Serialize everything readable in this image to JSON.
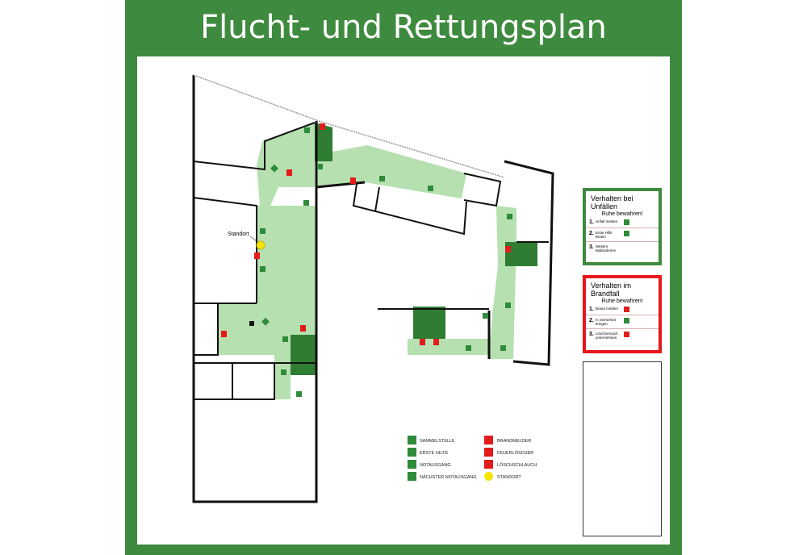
{
  "title": "Flucht- und Rettungsplan",
  "plan": {
    "location_label": "Standort"
  },
  "legend": {
    "left": [
      {
        "icon": "assembly-point-icon",
        "label": "SAMMELSTELLE",
        "color": "#2e8b3a"
      },
      {
        "icon": "first-aid-icon",
        "label": "ERSTE HILFE",
        "color": "#2e8b3a"
      },
      {
        "icon": "emergency-exit-icon",
        "label": "NOTAUSGANG",
        "color": "#2e8b3a"
      },
      {
        "icon": "arrow-right-icon",
        "label": "NÄCHSTER NOTAUSGANG",
        "color": "#2e8b3a"
      }
    ],
    "right": [
      {
        "icon": "fire-alarm-icon",
        "label": "BRANDMELDER",
        "color": "#e21b1b"
      },
      {
        "icon": "fire-extinguisher-icon",
        "label": "FEUERLÖSCHER",
        "color": "#e21b1b"
      },
      {
        "icon": "fire-hose-icon",
        "label": "LÖSCHSCHLAUCH",
        "color": "#e21b1b"
      },
      {
        "icon": "location-marker-icon",
        "label": "STANDORT",
        "color": "#f5e400"
      }
    ]
  },
  "accident_box": {
    "title": "Verhalten bei Unfällen",
    "subtitle": "Ruhe bewahren!",
    "color": "#3e8a3e",
    "steps": [
      {
        "num": "1.",
        "label": "Unfall melden"
      },
      {
        "num": "2.",
        "label": "Erste Hilfe leisten"
      },
      {
        "num": "3.",
        "label": "Weitere Maßnahmen"
      }
    ]
  },
  "fire_box": {
    "title": "Verhalten im Brandfall",
    "subtitle": "Ruhe bewahren!",
    "color": "#e8161b",
    "steps": [
      {
        "num": "1.",
        "label": "Brand melden"
      },
      {
        "num": "2.",
        "label": "In Sicherheit bringen"
      },
      {
        "num": "3.",
        "label": "Löschversuch unternehmen"
      }
    ]
  },
  "colors": {
    "frame": "#3e8a3e",
    "escape_route": "#b6e0b0",
    "stairwell": "#2e7d32",
    "fire_red": "#e21b1b"
  }
}
